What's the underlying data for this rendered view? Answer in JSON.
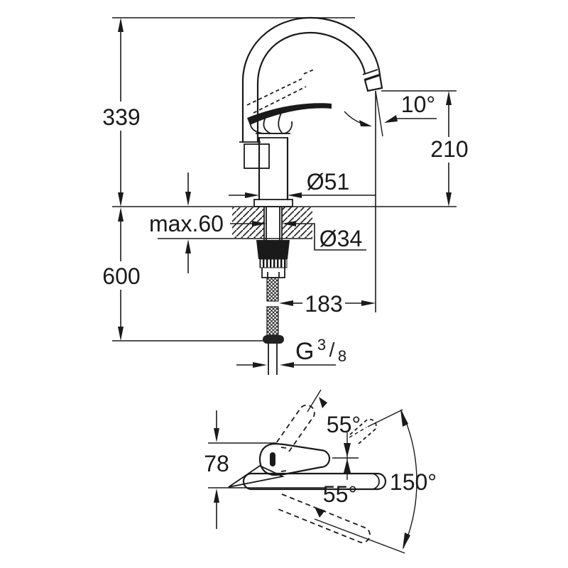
{
  "drawing": {
    "kind": "faucet technical dimension drawing",
    "colors": {
      "line": "#1a1a1a",
      "background": "#ffffff"
    }
  },
  "side": {
    "labels": {
      "overall_height": "339",
      "spout_angle": "10°",
      "spout_to_deck": "210",
      "body_diameter": "Ø51",
      "deck_thickness": "max.60",
      "shank_diameter": "Ø34",
      "hose_clearance": "600",
      "spout_reach": "183",
      "thread_g": "G",
      "thread_numerator": "3",
      "thread_slash": "/",
      "thread_denominator": "8"
    }
  },
  "top": {
    "labels": {
      "body_depth": "78",
      "handle_swing_up": "55°",
      "handle_swing_down": "55°",
      "spout_swivel": "150°"
    }
  }
}
